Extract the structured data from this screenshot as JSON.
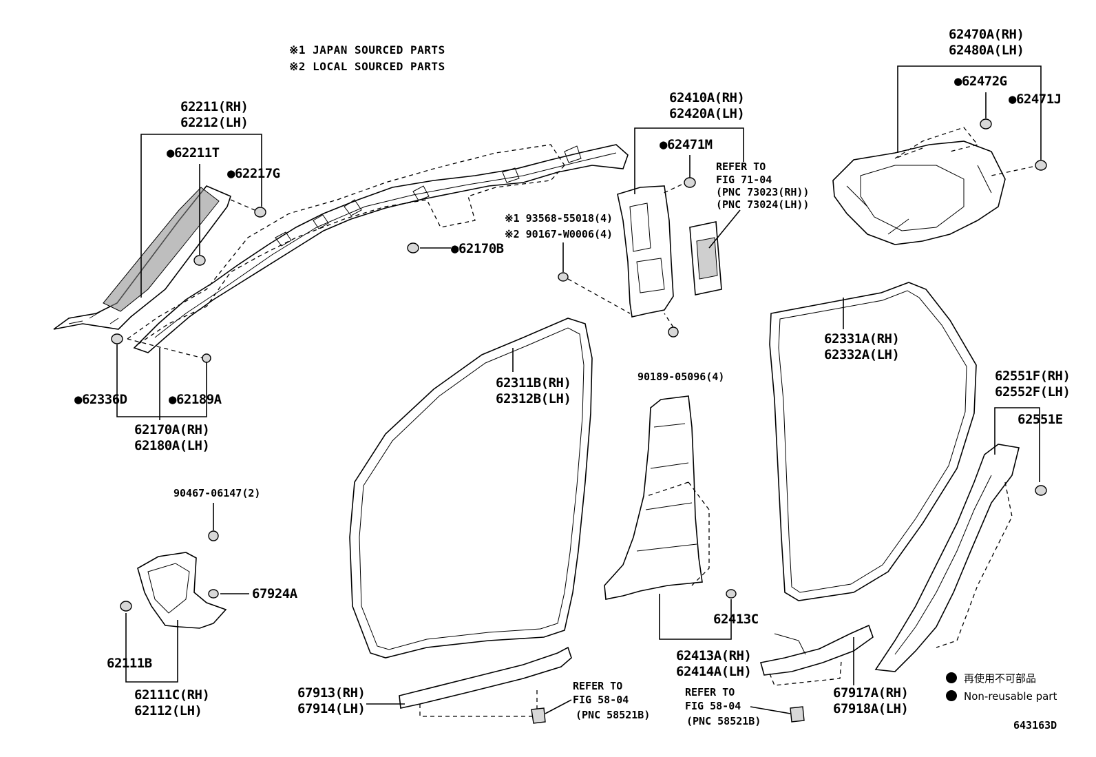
{
  "notes": {
    "line1": "※1 JAPAN SOURCED PARTS",
    "line2": "※2 LOCAL SOURCED PARTS"
  },
  "labels": {
    "p62211": "62211(RH)",
    "p62212": "62212(LH)",
    "p62211T": "●62211T",
    "p62217G": "●62217G",
    "p62336D": "●62336D",
    "p62189A": "●62189A",
    "p62170A": "62170A(RH)",
    "p62180A": "62180A(LH)",
    "p62170B": "●62170B",
    "p93568": "※1 93568-55018(4)",
    "p90167": "※2 90167-W0006(4)",
    "p62410A": "62410A(RH)",
    "p62420A": "62420A(LH)",
    "p62471M": "●62471M",
    "refer1": "REFER TO",
    "refer1_fig": "FIG 71-04",
    "refer1_pnc1": "(PNC 73023(RH))",
    "refer1_pnc2": "(PNC 73024(LH))",
    "p90189": "90189-05096(4)",
    "p62470A": "62470A(RH)",
    "p62480A": "62480A(LH)",
    "p62472G": "●62472G",
    "p62471J": "●62471J",
    "p62331A": "62331A(RH)",
    "p62332A": "62332A(LH)",
    "p62311B": "62311B(RH)",
    "p62312B": "62312B(LH)",
    "p62551F": "62551F(RH)",
    "p62552F": "62552F(LH)",
    "p62551E": "62551E",
    "p90467": "90467-06147(2)",
    "p67924A": "67924A",
    "p62111B": "62111B",
    "p62111C": "62111C(RH)",
    "p62112": "62112(LH)",
    "p62413C": "62413C",
    "p62413A": "62413A(RH)",
    "p62414A": "62414A(LH)",
    "p67913": "67913(RH)",
    "p67914": "67914(LH)",
    "refer2": "REFER TO",
    "refer2_fig": "FIG 58-04",
    "refer2_pnc": "(PNC 58521B)",
    "refer3": "REFER TO",
    "refer3_fig": "FIG 58-04",
    "refer3_pnc": "(PNC 58521B)",
    "p67917A": "67917A(RH)",
    "p67918A": "67918A(LH)"
  },
  "legend": {
    "item1": "再使用不可部品",
    "item2": "Non-reusable part"
  },
  "figure_id": "643163D"
}
